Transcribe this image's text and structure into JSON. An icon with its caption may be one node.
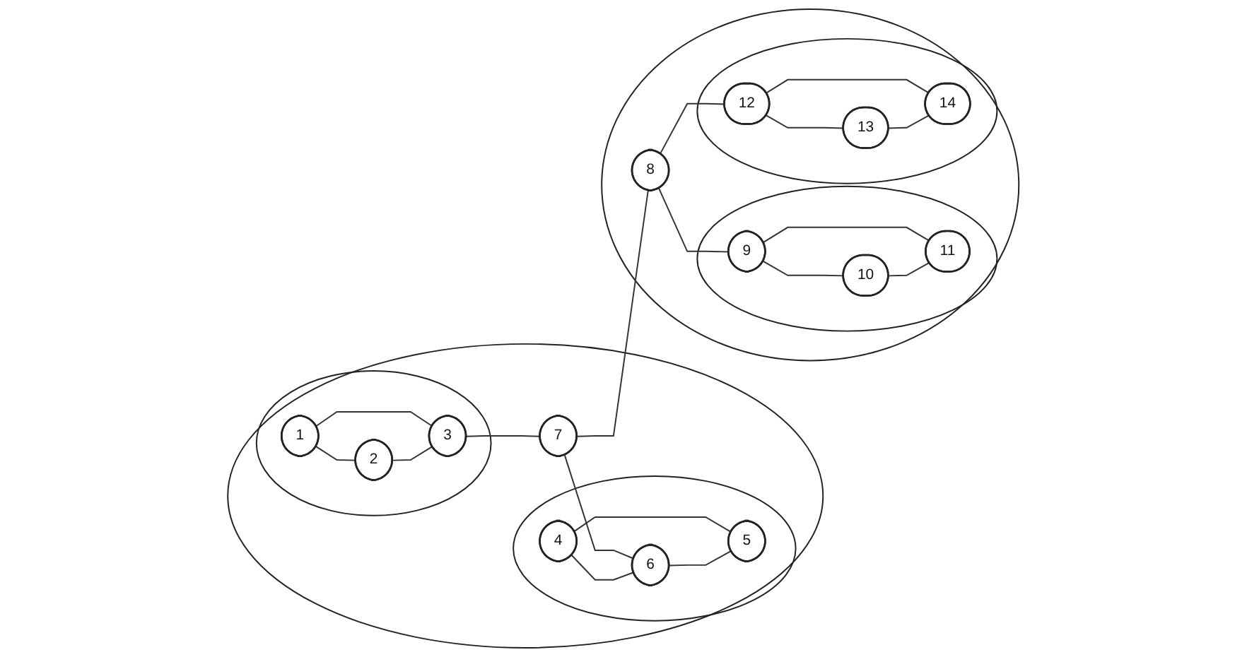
{
  "diagram": {
    "nodes": [
      {
        "text": [],
        "shape": "circle"
      },
      {
        "text": [],
        "shape": "circle",
        "in": 0
      },
      {
        "text": [
          "1"
        ],
        "in": 1
      },
      {
        "text": [
          "2"
        ],
        "in": 1
      },
      {
        "text": [
          "3"
        ],
        "in": 1
      },
      {
        "text": [
          "7"
        ],
        "in": 0
      },
      {
        "text": [],
        "shape": "circle",
        "in": 0
      },
      {
        "text": [
          "4"
        ],
        "in": 6
      },
      {
        "text": [
          "5"
        ],
        "in": 6
      },
      {
        "text": [
          "6"
        ],
        "in": 6
      },
      {
        "text": [],
        "shape": "circle"
      },
      {
        "text": [],
        "shape": "circle",
        "in": 10
      },
      {
        "text": [
          "10"
        ],
        "in": 11
      },
      {
        "text": [
          "9"
        ],
        "in": 11
      },
      {
        "text": [
          "11"
        ],
        "in": 11
      },
      {
        "text": [
          "8"
        ],
        "in": 10
      },
      {
        "text": [],
        "shape": "circle",
        "in": 10
      },
      {
        "text": [
          "12"
        ],
        "in": 16
      },
      {
        "text": [
          "13"
        ],
        "in": 16
      },
      {
        "text": [
          "14"
        ],
        "in": 16
      }
    ],
    "edges": [
      {
        "from": 2,
        "to": 3,
        "arrow": "none"
      },
      {
        "from": 2,
        "to": 4,
        "arrow": "none"
      },
      {
        "from": 3,
        "to": 4,
        "arrow": "none"
      },
      {
        "from": 4,
        "to": 5,
        "arrow": "none"
      },
      {
        "from": 5,
        "to": 9,
        "arrow": "none"
      },
      {
        "from": 7,
        "to": 9,
        "arrow": "none"
      },
      {
        "from": 7,
        "to": 8,
        "arrow": "none"
      },
      {
        "from": 9,
        "to": 8,
        "arrow": "none"
      },
      {
        "from": 5,
        "to": 15,
        "arrow": "none"
      },
      {
        "from": 15,
        "to": 13,
        "arrow": "none"
      },
      {
        "from": 13,
        "to": 12,
        "arrow": "none"
      },
      {
        "from": 13,
        "to": 14,
        "arrow": "none"
      },
      {
        "from": 12,
        "to": 14,
        "arrow": "none"
      },
      {
        "from": 15,
        "to": 17,
        "arrow": "none"
      },
      {
        "from": 17,
        "to": 18,
        "arrow": "none"
      },
      {
        "from": 17,
        "to": 19,
        "arrow": "none"
      },
      {
        "from": 18,
        "to": 19,
        "arrow": "none"
      }
    ]
  }
}
